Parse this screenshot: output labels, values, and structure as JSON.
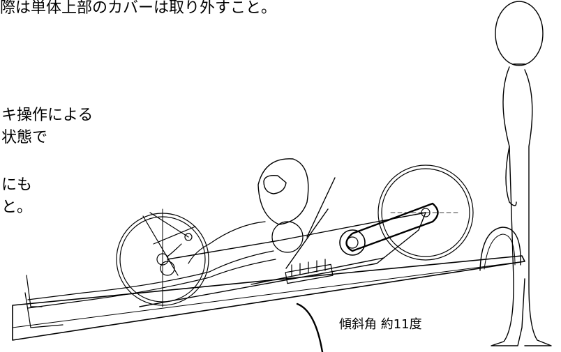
{
  "texts": {
    "top_line": "際は単体上部のカバーは取り外すこと。",
    "left_line_1": "キ操作による",
    "left_line_2": "状態で",
    "left_line_3": "にも",
    "left_line_4": "と。"
  },
  "annotation": {
    "angle_label": "傾斜角 約11度"
  }
}
